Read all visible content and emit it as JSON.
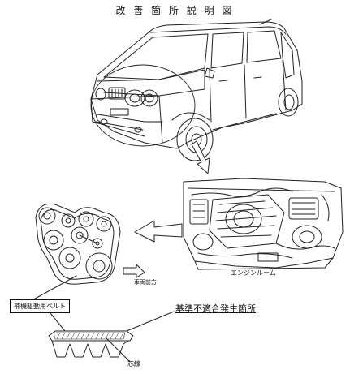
{
  "title": "改 善 箇 所 説 明 図",
  "labels": {
    "engine_room": "エンジンルーム",
    "vehicle_forward": "車両前方",
    "accessory_belt": "補機駆動用ベルト",
    "nonconformity_location": "基準不適合発生箇所",
    "core_wire": "芯線"
  }
}
